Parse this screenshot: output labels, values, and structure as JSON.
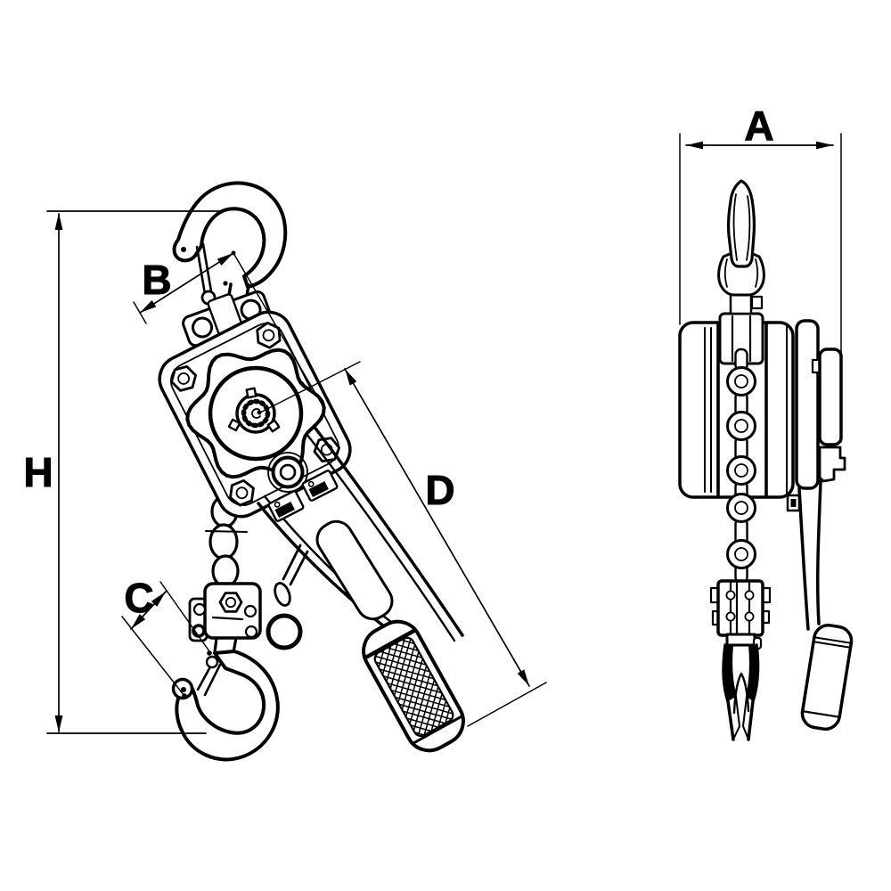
{
  "diagram": {
    "type": "engineering-dimension-drawing",
    "subject": "lever-chain-hoist",
    "labels": {
      "a": "A",
      "b": "B",
      "c": "C",
      "d": "D",
      "h": "H"
    }
  },
  "colors": {
    "line": "#000000",
    "background": "#ffffff"
  }
}
